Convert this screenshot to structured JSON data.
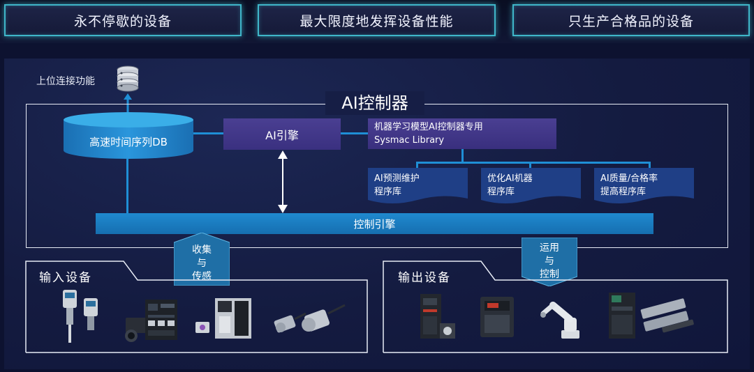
{
  "top_boxes": [
    {
      "label": "永不停歇的设备"
    },
    {
      "label": "最大限度地发挥设备性能"
    },
    {
      "label": "只生产合格品的设备"
    }
  ],
  "controller": {
    "title": "AI控制器",
    "upper_link_label": "上位连接功能",
    "database_label": "高速时间序列DB",
    "ai_engine_label": "AI引擎",
    "library": {
      "line1": "机器学习模型AI控制器专用",
      "line2": "Sysmac Library"
    },
    "sub_libraries": [
      {
        "line1": "AI预测维护",
        "line2": "程序库"
      },
      {
        "line1": "优化AI机器",
        "line2": "程序库"
      },
      {
        "line1": "AI质量/合格率",
        "line2": "提高程序库"
      }
    ],
    "control_engine_label": "控制引擎"
  },
  "input_group": {
    "title": "输入设备",
    "arrow_label": {
      "line1": "收集",
      "line2": "与",
      "line3": "传感"
    },
    "devices": [
      "pressure-sensor",
      "camera",
      "vision-controller",
      "proximity-sensor"
    ]
  },
  "output_group": {
    "title": "输出设备",
    "arrow_label": {
      "line1": "运用",
      "line2": "与",
      "line3": "控制"
    },
    "devices": [
      "servo-drive",
      "inverter",
      "robot-arm",
      "motion-controller"
    ]
  },
  "colors": {
    "background": "#0d1230",
    "accent_cyan": "#3fb6c9",
    "engine_purple": "#4a3f92",
    "control_blue": "#1f89cf",
    "library_blue": "#1f3f86"
  }
}
